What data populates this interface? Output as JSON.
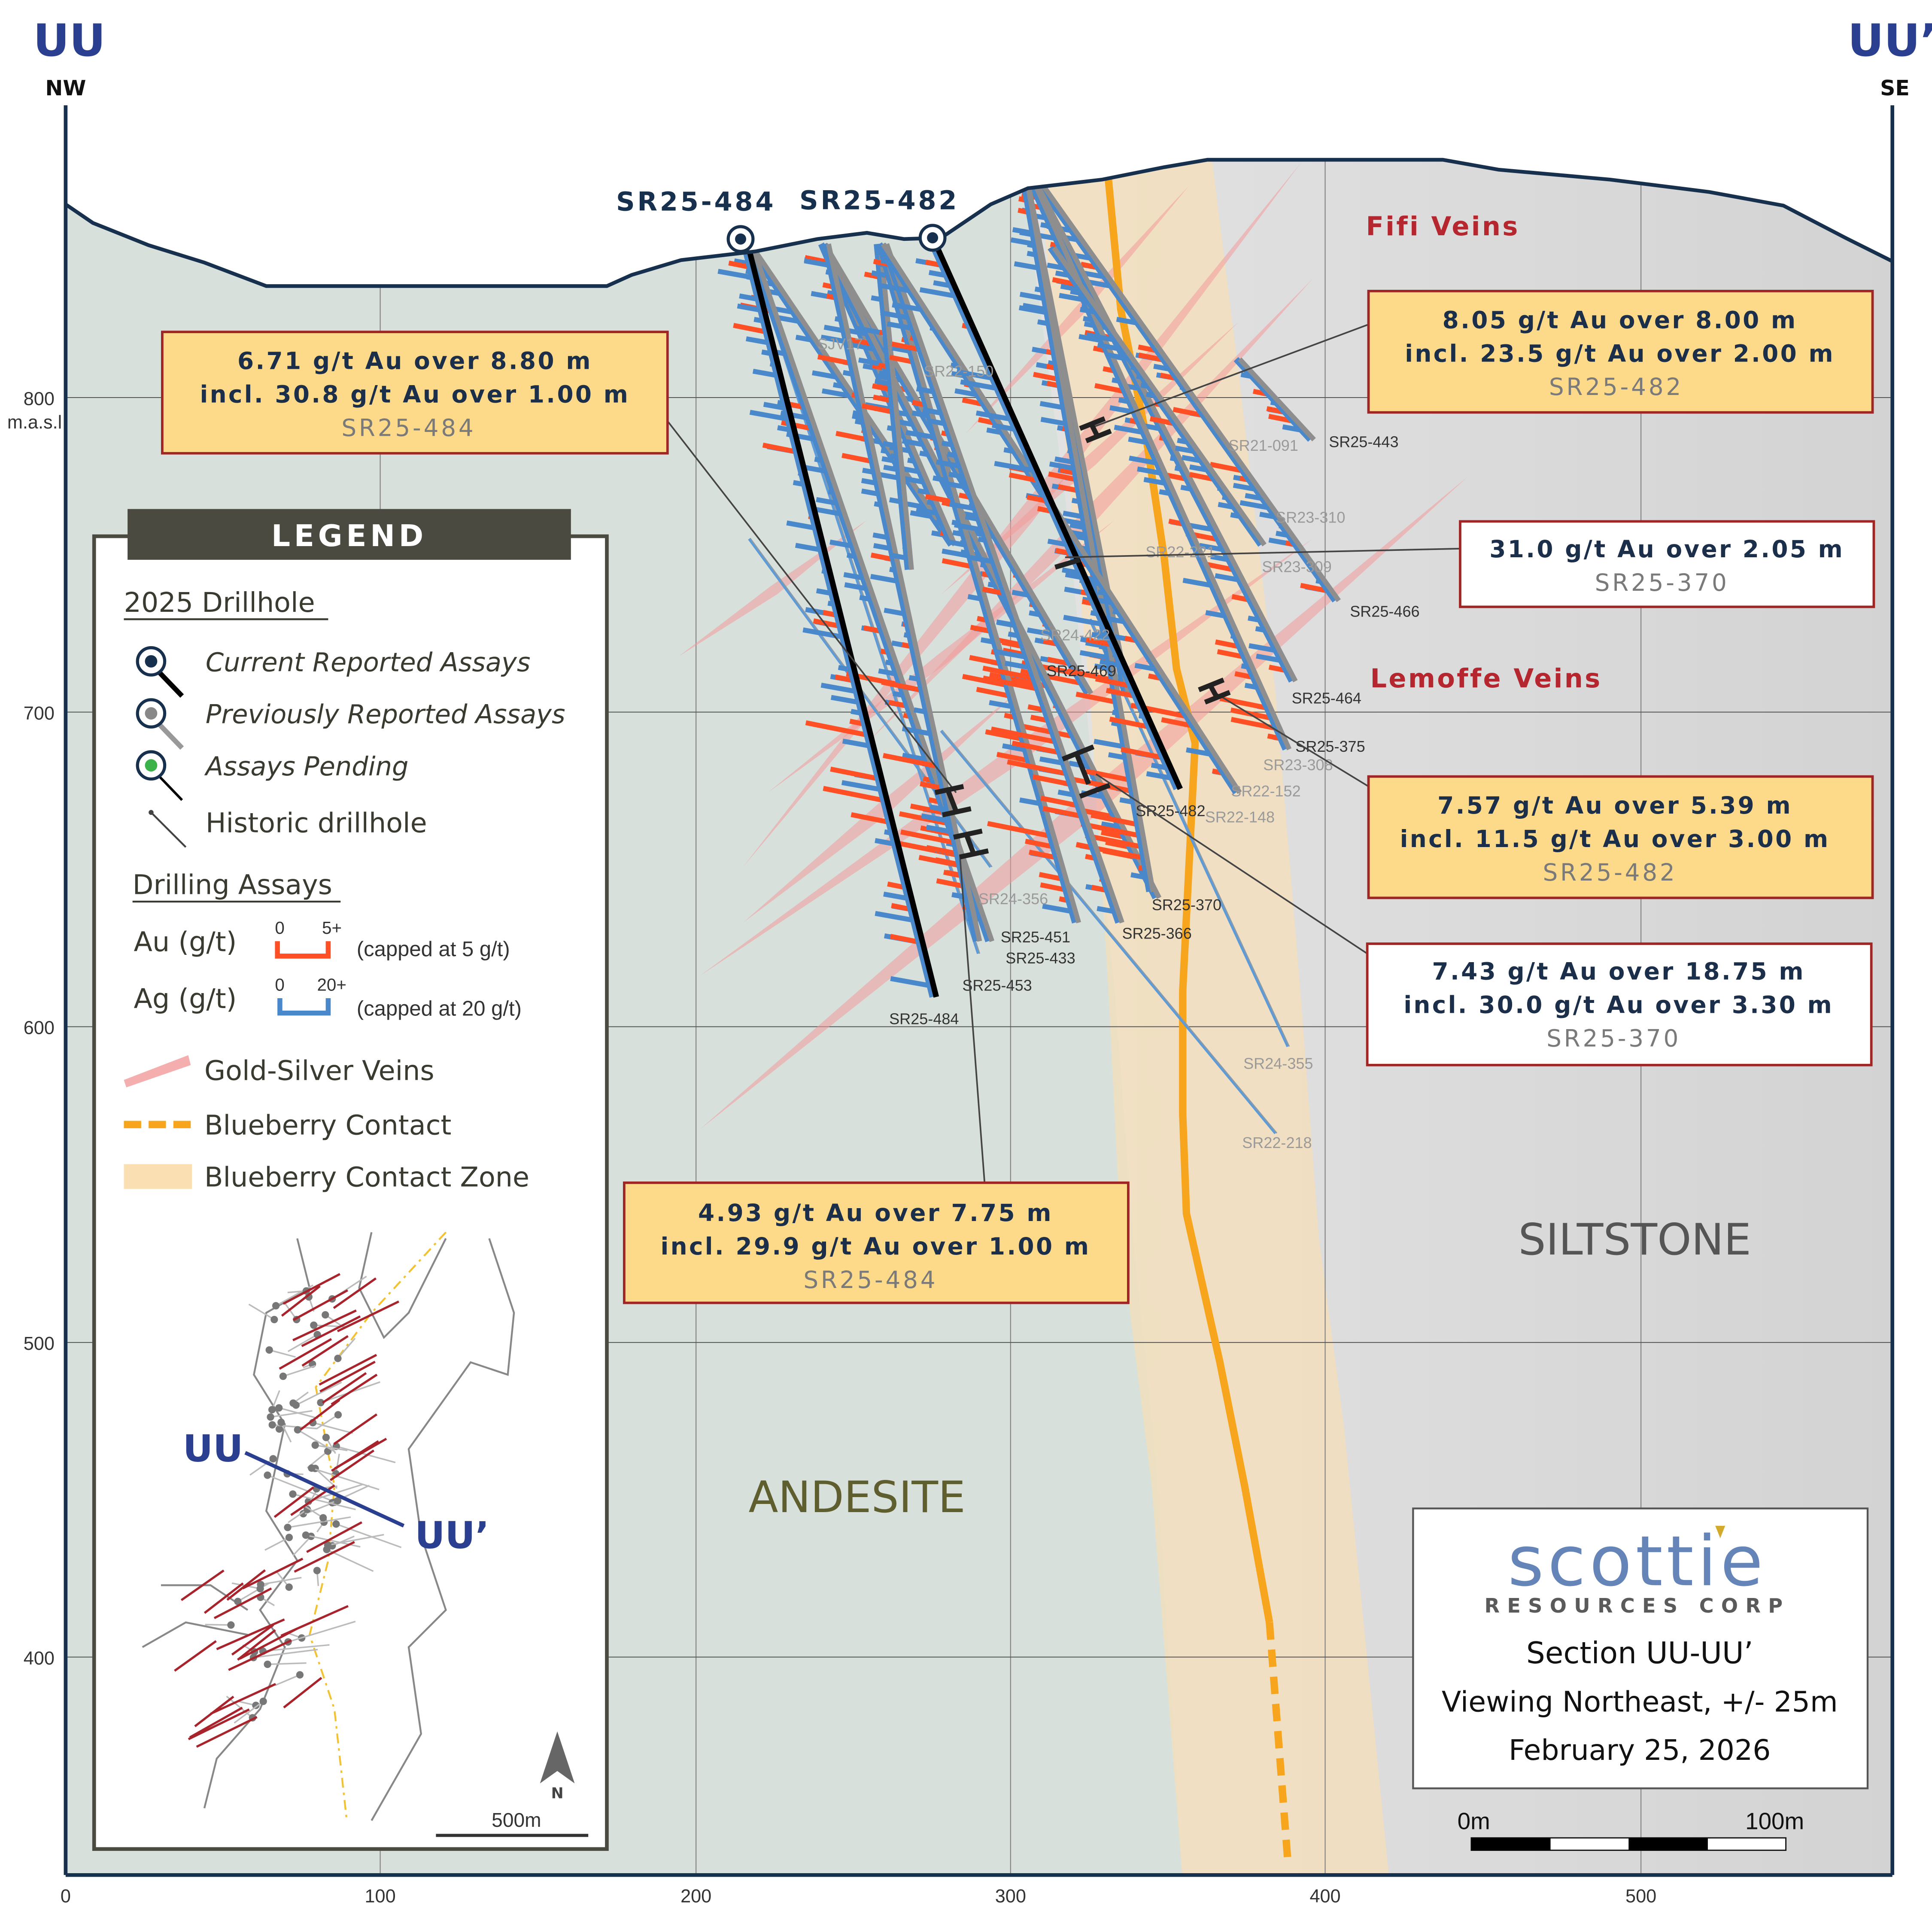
{
  "header": {
    "left_label": "UU",
    "left_dir": "NW",
    "right_label": "UU’",
    "right_dir": "SE"
  },
  "axes": {
    "x_ticks": [
      "0",
      "100",
      "200",
      "300",
      "400",
      "500"
    ],
    "y_ticks": [
      "800",
      "700",
      "600",
      "500",
      "400"
    ],
    "y_unit": "m.a.s.l"
  },
  "collars": {
    "hole1": "SR25-484",
    "hole2": "SR25-482"
  },
  "zones": {
    "fifi": "Fifi Veins",
    "lemoffe": "Lemoffe Veins",
    "andesite": "ANDESITE",
    "siltstone": "SILTSTONE"
  },
  "hole_labels": [
    "SJV17",
    "SR22-150",
    "SR21-091",
    "SR25-443",
    "SR23-310",
    "SR22-221",
    "SR23-309",
    "SR25-466",
    "SR24-422",
    "SR25-469",
    "SR25-464",
    "SR25-375",
    "SR23-308",
    "SR22-152",
    "SR25-482",
    "SR22-148",
    "SR24-356",
    "SR25-370",
    "SR25-366",
    "SR25-451",
    "SR25-433",
    "SR25-453",
    "SR25-484",
    "SR24-355",
    "SR22-218"
  ],
  "callouts": [
    {
      "line1": "6.71 g/t Au over 8.80 m",
      "line2": "incl. 30.8 g/t Au over 1.00 m",
      "hole": "SR25-484"
    },
    {
      "line1": "8.05 g/t Au over 8.00 m",
      "line2": "incl. 23.5 g/t Au over 2.00 m",
      "hole": "SR25-482"
    },
    {
      "line1": "31.0 g/t Au over 2.05 m",
      "hole": "SR25-370"
    },
    {
      "line1": "7.57 g/t Au over 5.39 m",
      "line2": "incl. 11.5 g/t Au over 3.00 m",
      "hole": "SR25-482"
    },
    {
      "line1": "7.43 g/t Au over 18.75 m",
      "line2": "incl. 30.0 g/t Au over 3.30 m",
      "hole": "SR25-370"
    },
    {
      "line1": "4.93 g/t Au over 7.75 m",
      "line2": "incl. 29.9 g/t Au over 1.00 m",
      "hole": "SR25-484"
    }
  ],
  "legend": {
    "title": "LEGEND",
    "section1": "2025 Drillhole",
    "current": "Current Reported Assays",
    "previous": "Previously Reported Assays",
    "pending": "Assays Pending",
    "historic": "Historic drillhole",
    "section2": "Drilling Assays",
    "au_label": "Au (g/t)",
    "au_min": "0",
    "au_max": "5+",
    "au_note": "(capped at 5 g/t)",
    "ag_label": "Ag (g/t)",
    "ag_min": "0",
    "ag_max": "20+",
    "ag_note": "(capped at 20 g/t)",
    "veins": "Gold-Silver Veins",
    "contact": "Blueberry Contact",
    "contact_zone": "Blueberry Contact Zone",
    "inset_left": "UU",
    "inset_right": "UU’",
    "north": "N",
    "inset_scale": "500m"
  },
  "title_block": {
    "logo_main": "scottie",
    "logo_sub": "RESOURCES CORP",
    "section": "Section UU-UU’",
    "viewing": "Viewing Northeast, +/- 25m",
    "date": "February 25, 2026"
  },
  "scale_bar": {
    "start": "0m",
    "end": "100m"
  },
  "colors": {
    "au": "#ff4f24",
    "ag": "#4a88cc",
    "vein": "#f29a9a",
    "contact": "#f7a51c",
    "contact_zone": "#f9dfb2",
    "brand": "#2a3f8f",
    "frame": "#16304d",
    "callout_fill": "#fdd98a",
    "callout_border": "#a02525"
  }
}
